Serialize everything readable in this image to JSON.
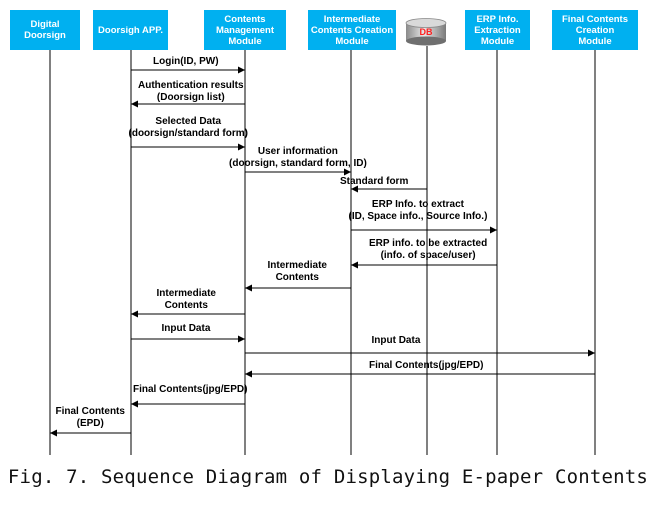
{
  "participants": [
    {
      "id": "digital-doorsign",
      "label": "Digital\nDoorsign"
    },
    {
      "id": "doorsign-app",
      "label": "Doorsigh APP."
    },
    {
      "id": "contents-management",
      "label": "Contents\nManagement\nModule"
    },
    {
      "id": "intermediate-contents",
      "label": "Intermediate\nContents Creation\nModule"
    },
    {
      "id": "db",
      "label": "DB"
    },
    {
      "id": "erp-extraction",
      "label": "ERP Info.\nExtraction\nModule"
    },
    {
      "id": "final-contents",
      "label": "Final Contents\nCreation\nModule"
    }
  ],
  "messages": [
    {
      "from": "doorsign-app",
      "to": "contents-management",
      "label": "Login(ID, PW)"
    },
    {
      "from": "contents-management",
      "to": "doorsign-app",
      "label": "Authentication results\n(Doorsign list)"
    },
    {
      "from": "doorsign-app",
      "to": "contents-management",
      "label": "Selected Data\n(doorsign/standard form)"
    },
    {
      "from": "contents-management",
      "to": "intermediate-contents",
      "label": "User information\n(doorsign, standard form, ID)"
    },
    {
      "from": "db",
      "to": "intermediate-contents",
      "label": "Standard form"
    },
    {
      "from": "intermediate-contents",
      "to": "erp-extraction",
      "label": "ERP Info. to extract\n(ID, Space info., Source Info.)"
    },
    {
      "from": "erp-extraction",
      "to": "intermediate-contents",
      "label": "ERP info. to be extracted\n(info. of space/user)"
    },
    {
      "from": "intermediate-contents",
      "to": "contents-management",
      "label": "Intermediate\nContents"
    },
    {
      "from": "contents-management",
      "to": "doorsign-app",
      "label": "Intermediate\nContents"
    },
    {
      "from": "doorsign-app",
      "to": "contents-management",
      "label": "Input Data"
    },
    {
      "from": "contents-management",
      "to": "final-contents",
      "label": "Input Data"
    },
    {
      "from": "final-contents",
      "to": "contents-management",
      "label": "Final Contents(jpg/EPD)"
    },
    {
      "from": "contents-management",
      "to": "doorsign-app",
      "label": "Final Contents(jpg/EPD)"
    },
    {
      "from": "doorsign-app",
      "to": "digital-doorsign",
      "label": "Final Contents\n(EPD)"
    }
  ],
  "colors": {
    "header_fill": "#00b0f0",
    "header_text": "#ffffff",
    "lifeline": "#000000",
    "db_label": "#ff2020"
  },
  "caption": "Fig. 7. Sequence Diagram of Displaying E-paper Contents"
}
